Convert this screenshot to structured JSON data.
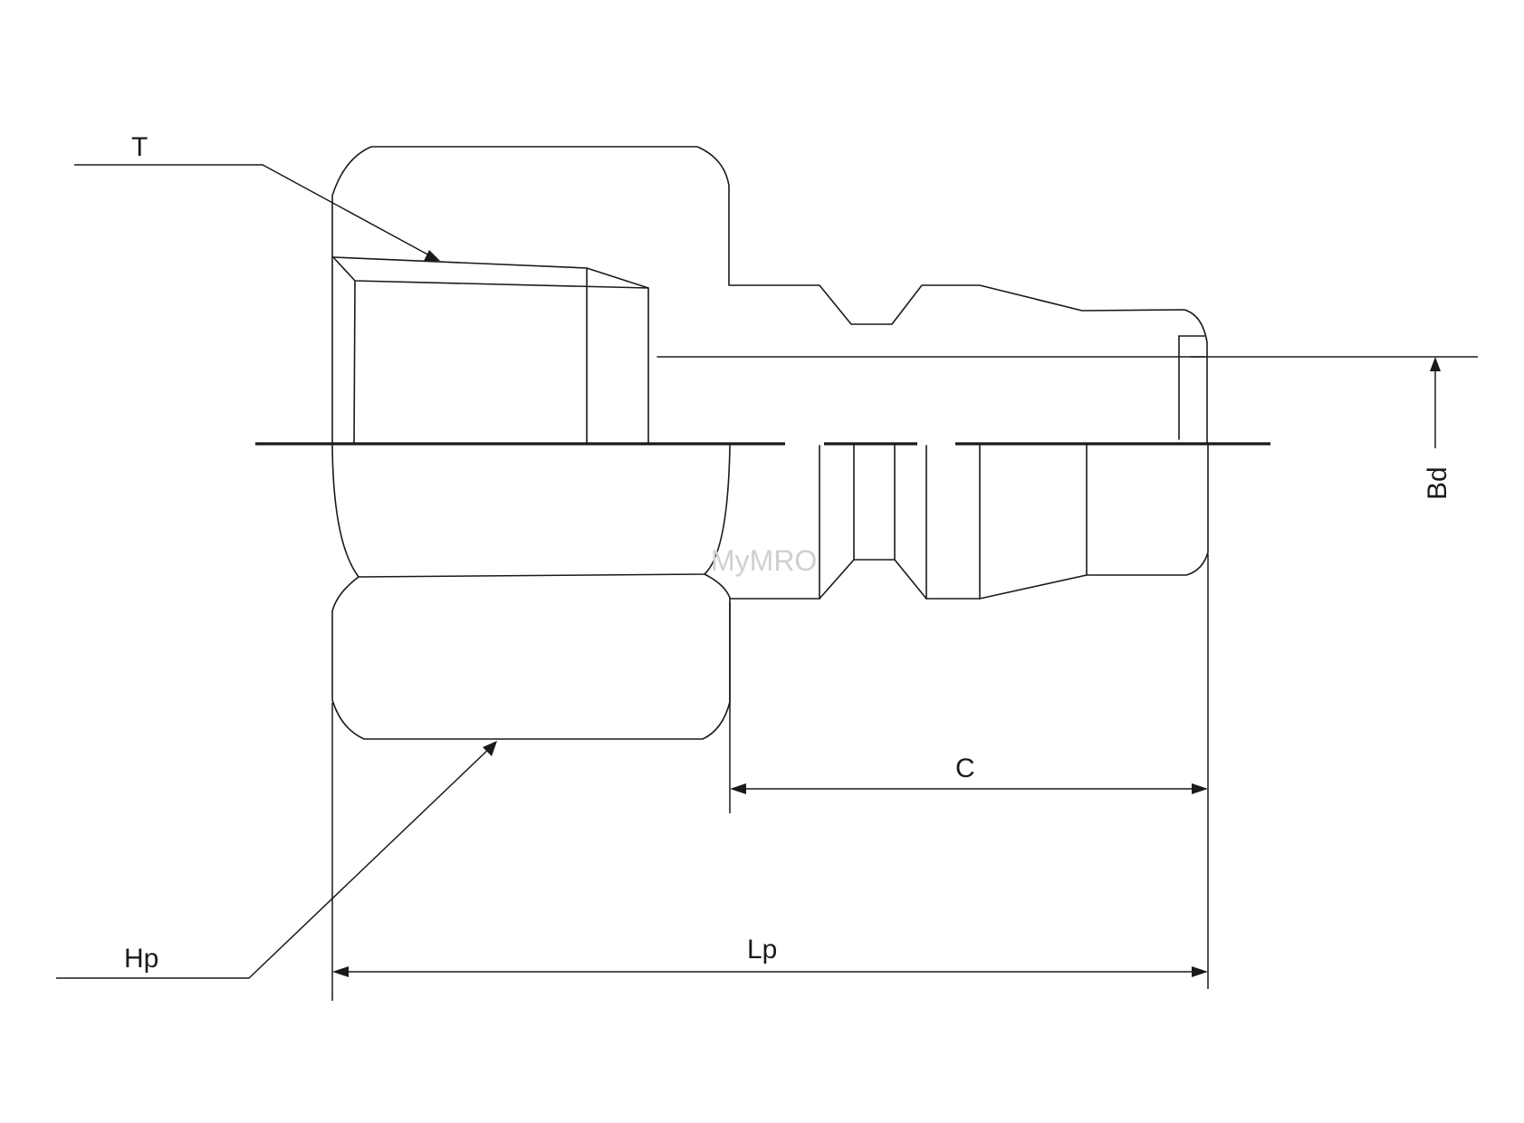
{
  "labels": {
    "thread": "T",
    "hex": "Hp",
    "bore": "Bd",
    "c_length": "C",
    "total_length": "Lp"
  },
  "watermark": "MyMRO",
  "colors": {
    "line": "#1a1a1a",
    "watermark": "#d0d0d0",
    "background": "#ffffff"
  }
}
